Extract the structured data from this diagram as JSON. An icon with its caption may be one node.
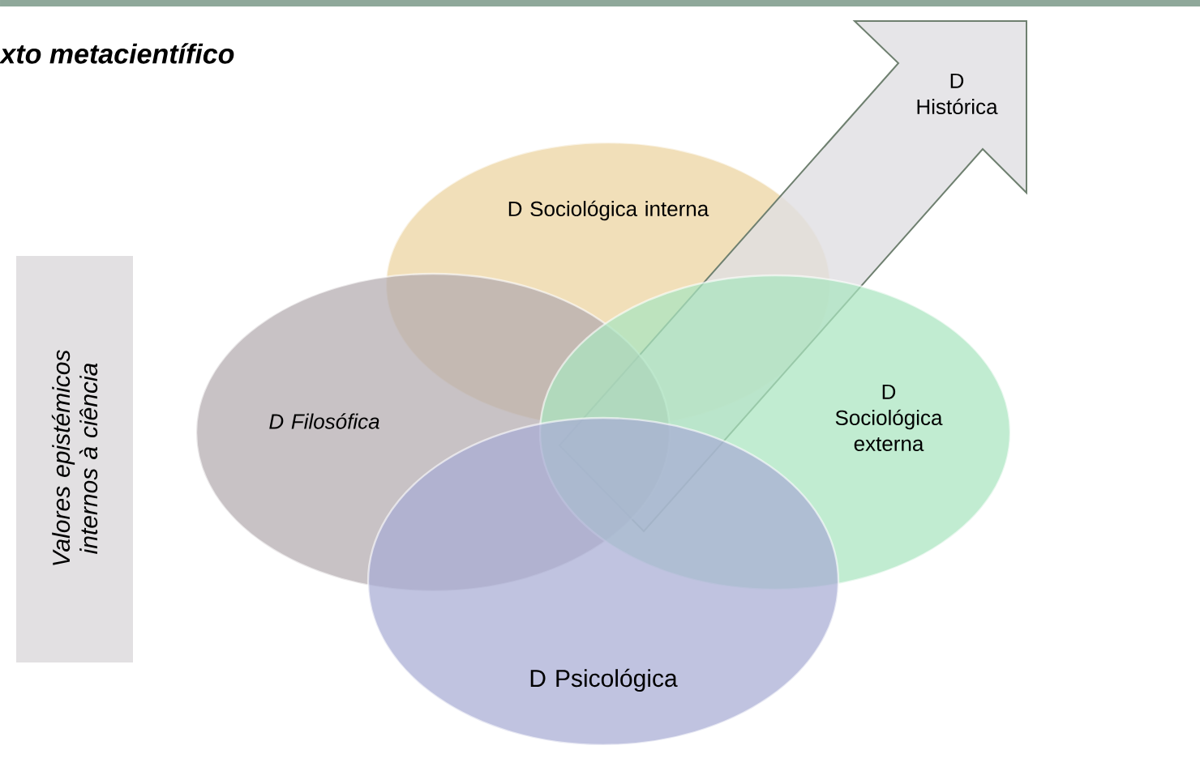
{
  "diagram": {
    "title": "xto metacientífico",
    "nodes": [
      {
        "text": [
          "D Histórica"
        ]
      },
      {
        "text": [
          "D Sociológica interna"
        ]
      },
      {
        "text": [
          "Valores epistémicos internos à ciência"
        ]
      },
      {
        "text": [
          "D Filosófica"
        ]
      },
      {
        "text": [
          "D Sociológica externa"
        ]
      },
      {
        "text": [
          "D Psicológica"
        ]
      }
    ]
  }
}
